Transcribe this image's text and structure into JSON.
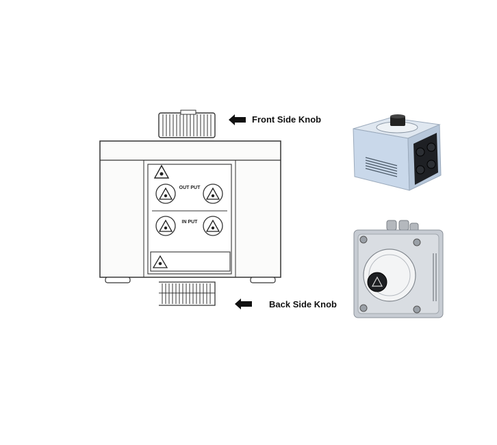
{
  "labels": {
    "front_knob": "Front Side Knob",
    "back_knob": "Back Side Knob"
  },
  "panel_text": {
    "output_label": "OUT PUT",
    "input_label": "IN PUT"
  },
  "icons": {
    "arrow": "left-arrow-icon",
    "warning": "high-voltage-warning-icon"
  },
  "colors": {
    "line": "#333333",
    "body_fill": "#f4f4f1",
    "device_blue": "#c9d8ea",
    "device_steel": "#c7ccd3"
  }
}
